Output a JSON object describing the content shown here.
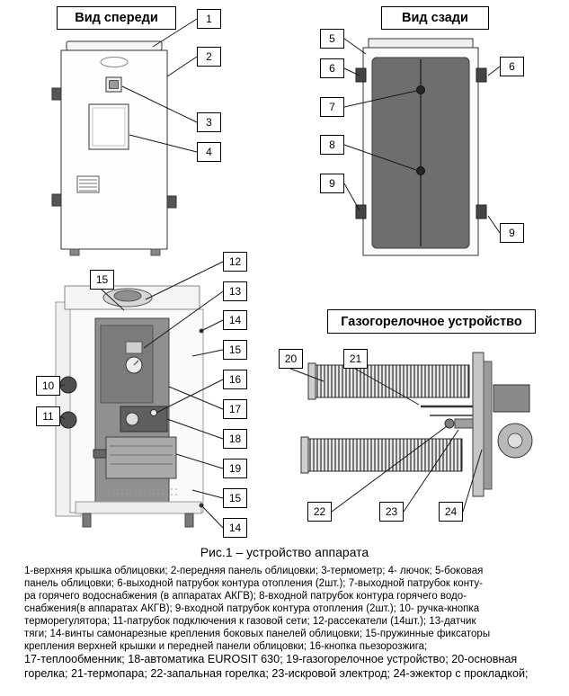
{
  "labels": {
    "front_view": "Вид спереди",
    "rear_view": "Вид сзади",
    "burner_unit": "Газогорелочное устройство",
    "caption": "Рис.1 – устройство аппарата"
  },
  "callouts": {
    "front": [
      "1",
      "2",
      "3",
      "4"
    ],
    "rear_left": [
      "5",
      "6",
      "7",
      "8",
      "9"
    ],
    "rear_right": [
      "6",
      "9"
    ],
    "cutaway_left": [
      "15",
      "10",
      "11"
    ],
    "cutaway_right": [
      "12",
      "13",
      "14",
      "15",
      "16",
      "17",
      "18",
      "19",
      "15",
      "14"
    ],
    "burner_top": [
      "20",
      "21"
    ],
    "burner_bottom": [
      "22",
      "23",
      "24"
    ]
  },
  "legend": {
    "small": [
      "1-верхняя крышка облицовки; 2-передняя панель облицовки; 3-термометр; 4- лючок; 5-боковая",
      "панель облицовки; 6-выходной патрубок контура отопления (2шт.); 7-выходной патрубок конту-",
      "ра горячего водоснабжения (в аппаратах АКГВ); 8-входной патрубок контура горячего водо-",
      "снабжения(в аппаратах АКГВ); 9-входной патрубок контура отопления (2шт.); 10- ручка-кнопка",
      "терморегулятора; 11-патрубок подключения к газовой сети; 12-рассекатели (14шт.); 13-датчик",
      "тяги; 14-винты самонарезные крепления боковых панелей облицовки; 15-пружинные фиксаторы",
      "крепления верхней крышки и передней панели облицовки; 16-кнопка пьезорозжига;"
    ],
    "large": [
      "17-теплообменник; 18-автоматика EUROSIT 630; 19-газогорелочное устройство; 20-основная",
      "горелка; 21-термопара; 22-запальная горелка; 23-искровой электрод; 24-эжектор с прокладкой;"
    ]
  }
}
